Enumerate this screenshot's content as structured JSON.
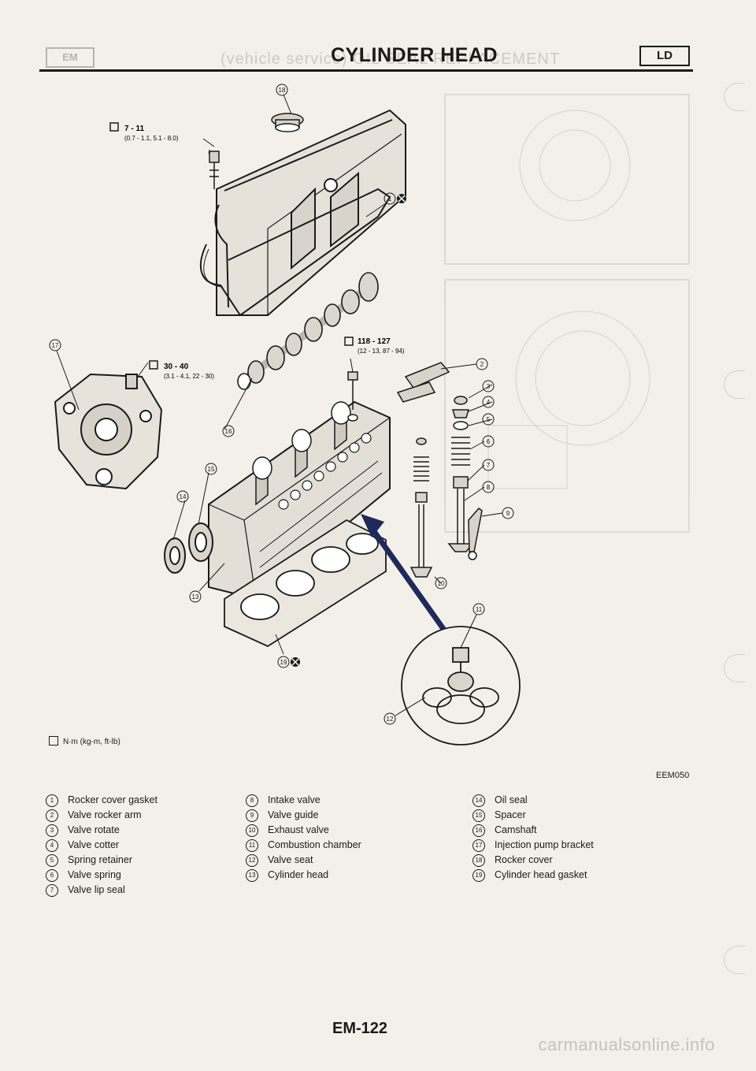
{
  "header": {
    "section_badge": "EM",
    "ghost_text": "(vehicle service)   OIL SEAL REPLACEMENT",
    "title": "CYLINDER HEAD",
    "engine_badge": "LD"
  },
  "torque_specs": [
    {
      "value": "7 - 11",
      "detail": "(0.7 - 1.1, 5.1 - 8.0)"
    },
    {
      "value": "30 - 40",
      "detail": "(3.1 - 4.1, 22 - 30)"
    },
    {
      "value": "118 - 127",
      "detail": "(12 - 13, 87 - 94)"
    }
  ],
  "units_note": "N·m (kg-m, ft-lb)",
  "figure_code": "EEM050",
  "callouts": [
    "1",
    "2",
    "3",
    "4",
    "5",
    "6",
    "7",
    "8",
    "9",
    "10",
    "11",
    "12",
    "13",
    "14",
    "15",
    "16",
    "17",
    "18",
    "19"
  ],
  "parts_col1": [
    {
      "num": "1",
      "name": "Rocker cover gasket"
    },
    {
      "num": "2",
      "name": "Valve rocker arm"
    },
    {
      "num": "3",
      "name": "Valve rotate"
    },
    {
      "num": "4",
      "name": "Valve cotter"
    },
    {
      "num": "5",
      "name": "Spring retainer"
    },
    {
      "num": "6",
      "name": "Valve spring"
    },
    {
      "num": "7",
      "name": "Valve lip seal"
    }
  ],
  "parts_col2": [
    {
      "num": "8",
      "name": "Intake valve"
    },
    {
      "num": "9",
      "name": "Valve guide"
    },
    {
      "num": "10",
      "name": "Exhaust valve"
    },
    {
      "num": "11",
      "name": "Combustion chamber"
    },
    {
      "num": "12",
      "name": "Valve seat"
    },
    {
      "num": "13",
      "name": "Cylinder head"
    }
  ],
  "parts_col3": [
    {
      "num": "14",
      "name": "Oil seal"
    },
    {
      "num": "15",
      "name": "Spacer"
    },
    {
      "num": "16",
      "name": "Camshaft"
    },
    {
      "num": "17",
      "name": "Injection pump bracket"
    },
    {
      "num": "18",
      "name": "Rocker cover"
    },
    {
      "num": "19",
      "name": "Cylinder head gasket"
    }
  ],
  "page_number": "EM-122",
  "watermark": "carmanualsonline.info",
  "colors": {
    "ink": "#1a1a1a",
    "paper": "#f3f0ea",
    "arrow": "#1e2a5a",
    "ghost": "#cfcac0"
  }
}
